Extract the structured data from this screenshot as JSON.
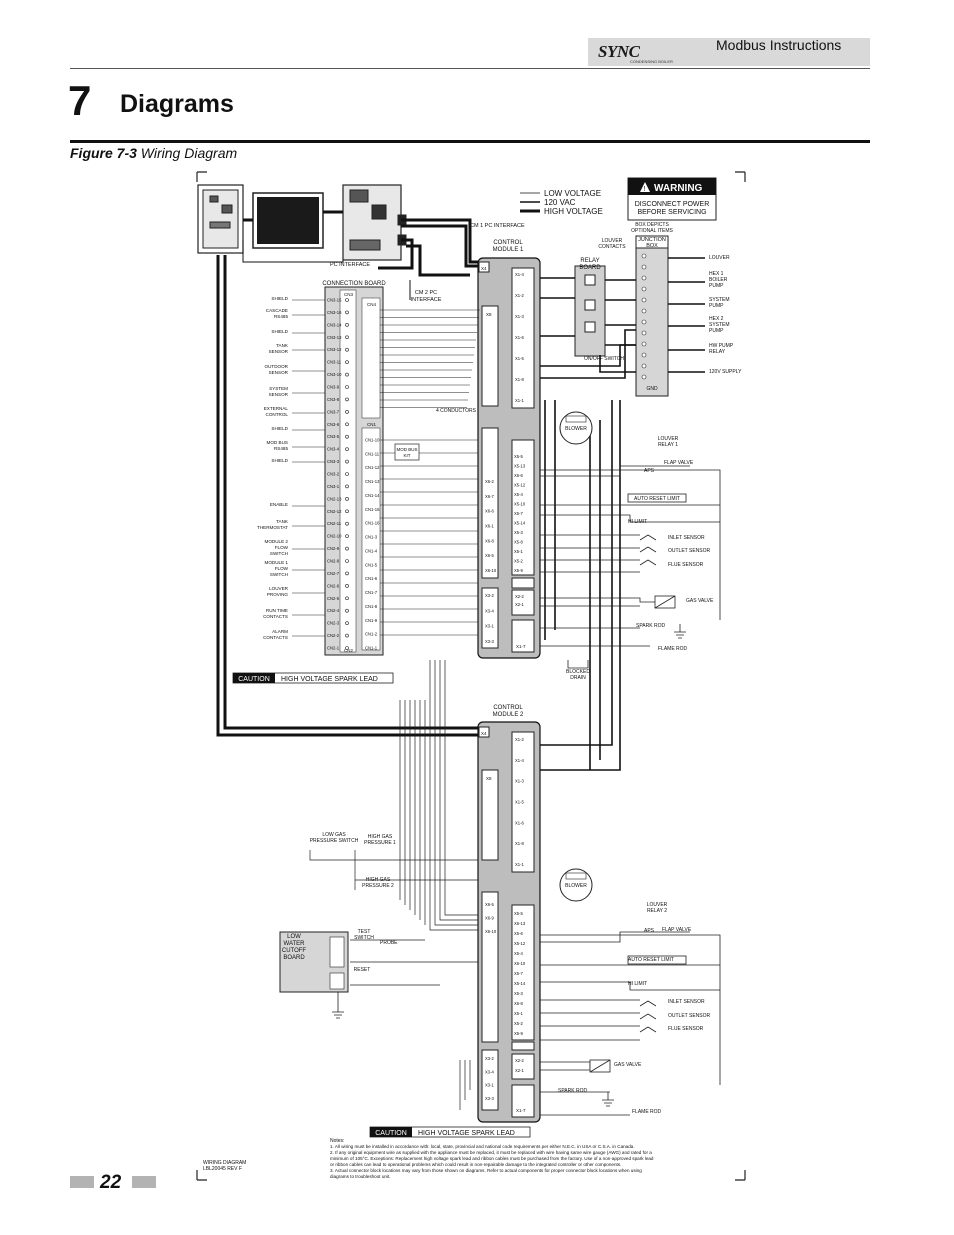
{
  "header": {
    "brand": "SYNC",
    "brand_sub": "CONDENSING BOILER",
    "section": "Modbus Instructions"
  },
  "chapter": {
    "number": "7",
    "title": "Diagrams"
  },
  "figure": {
    "label": "Figure 7-3",
    "title": "Wiring Diagram"
  },
  "page_number": "22",
  "legend": {
    "items": [
      "LOW VOLTAGE",
      "120 VAC",
      "HIGH VOLTAGE"
    ]
  },
  "warning": {
    "title": "WARNING",
    "text1": "DISCONNECT POWER",
    "text2": "BEFORE SERVICING"
  },
  "labels": {
    "cm1_pc_interface": "CM 1 PC INTERFACE",
    "pc_interface": "PC INTERFACE",
    "connection_board": "CONNECTION BOARD",
    "cm2_pc_interface_1": "CM 2 PC",
    "cm2_pc_interface_2": "INTERFACE",
    "control_module_1_a": "CONTROL",
    "control_module_1_b": "MODULE 1",
    "control_module_2_a": "CONTROL",
    "control_module_2_b": "MODULE 2",
    "box_depicts_1": "BOX DEPICTS",
    "box_depicts_2": "OPTIONAL ITEMS",
    "junction_box_1": "JUNCTION",
    "junction_box_2": "BOX",
    "relay_board_1": "RELAY",
    "relay_board_2": "BOARD",
    "louver_contacts_1": "LOUVER",
    "louver_contacts_2": "CONTACTS",
    "on_off_switch": "ON/OFF SWITCH",
    "gnd": "GND",
    "blower": "BLOWER",
    "four_conductors": "4 CONDUCTORS",
    "mod_bus_kit_1": "MOD BUS",
    "mod_bus_kit_2": "KIT",
    "louver_relay_1_a": "LOUVER",
    "louver_relay_1_b": "RELAY 1",
    "louver_relay_2_a": "LOUVER",
    "louver_relay_2_b": "RELAY 2",
    "aps": "APS",
    "flap_valve": "FLAP VALVE",
    "auto_reset_limit": "AUTO RESET LIMIT",
    "hi_limit": "HI LIMIT",
    "inlet_sensor": "INLET SENSOR",
    "outlet_sensor": "OUTLET SENSOR",
    "flue_sensor": "FLUE SENSOR",
    "gas_valve": "GAS VALVE",
    "spark_rod": "SPARK ROD",
    "flame_rod": "FLAME ROD",
    "blocked_drain_1": "BLOCKED",
    "blocked_drain_2": "DRAIN",
    "low_gas_1": "LOW GAS",
    "low_gas_2": "PRESSURE SWITCH",
    "high_gas1_1": "HIGH GAS",
    "high_gas1_2": "PRESSURE 1",
    "high_gas2_1": "HIGH GAS",
    "high_gas2_2": "PRESSURE 2",
    "test_switch_1": "TEST",
    "test_switch_2": "SWITCH",
    "probe": "PROBE",
    "reset": "RESET",
    "low_water_board": [
      "LOW",
      "WATER",
      "CUTOFF",
      "BOARD"
    ],
    "wiring_diagram_1": "WIRING DIAGRAM",
    "wiring_diagram_2": "LBL20045 REV F",
    "cn1": "CN1",
    "cn2": "CN2",
    "cn3": "CN3",
    "cn4": "CN4",
    "x4": "X4",
    "x8": "X8"
  },
  "caution_1": {
    "tag": "CAUTION",
    "text": "HIGH VOLTAGE SPARK LEAD"
  },
  "caution_2": {
    "tag": "CAUTION",
    "text": "HIGH VOLTAGE SPARK LEAD"
  },
  "right_loads": [
    {
      "label": [
        "LOUVER"
      ]
    },
    {
      "label": [
        "HEX 1",
        "BOILER",
        "PUMP"
      ]
    },
    {
      "label": [
        "SYSTEM",
        "PUMP"
      ]
    },
    {
      "label": [
        "HEX 2",
        "SYSTEM",
        "PUMP"
      ]
    },
    {
      "label": [
        "HW PUMP",
        "RELAY"
      ]
    },
    {
      "label": [
        "120V SUPPLY"
      ]
    }
  ],
  "left_devices": [
    {
      "label": [
        "SHIELD"
      ]
    },
    {
      "label": [
        "CASCADE",
        "RS485"
      ]
    },
    {
      "label": [
        "SHIELD"
      ]
    },
    {
      "label": [
        "TANK",
        "SENSOR"
      ]
    },
    {
      "label": [
        "OUTDOOR",
        "SENSOR"
      ]
    },
    {
      "label": [
        "SYSTEM",
        "SENSOR"
      ]
    },
    {
      "label": [
        "EXTERNAL",
        "CONTROL"
      ]
    },
    {
      "label": [
        "SHIELD"
      ]
    },
    {
      "label": [
        "MOD BUS",
        "RS485"
      ]
    },
    {
      "label": [
        "SHIELD"
      ]
    },
    {
      "label": [
        "ENABLE"
      ]
    },
    {
      "label": [
        "TANK",
        "THERMOSTAT"
      ]
    },
    {
      "label": [
        "MODULE 2",
        "FLOW",
        "SWITCH"
      ]
    },
    {
      "label": [
        "MODULE 1",
        "FLOW",
        "SWITCH"
      ]
    },
    {
      "label": [
        "LOUVER",
        "PROVING"
      ]
    },
    {
      "label": [
        "RUN TIME",
        "CONTACTS"
      ]
    },
    {
      "label": [
        "ALARM",
        "CONTACTS"
      ]
    }
  ],
  "cn_pins_left": [
    "CN3-15",
    "CN3-16",
    "CN3-14",
    "CN3-13",
    "CN3-12",
    "CN3-11",
    "CN3-10",
    "CN3-9",
    "CN3-8",
    "CN3-7",
    "CN3-6",
    "CN3-5",
    "CN3-4",
    "CN3-3",
    "CN3-2",
    "CN3-1",
    "CN2-13",
    "CN2-12",
    "CN2-11",
    "CN2-10",
    "CN2-9",
    "CN2-8",
    "CN2-7",
    "CN2-6",
    "CN2-5",
    "CN2-4",
    "CN2-3",
    "CN2-2",
    "CN2-1"
  ],
  "cn1_pins": [
    "CN1-10",
    "CN1-11",
    "CN1-12",
    "CN1-13",
    "CN1-14",
    "CN1-15",
    "CN1-16",
    "CN1-3",
    "CN1-4",
    "CN1-5",
    "CN1-6",
    "CN1-7",
    "CN1-8",
    "CN1-9",
    "CN1-2",
    "CN1-1"
  ],
  "cm1_x1_pins": [
    "X1-4",
    "X1-2",
    "X1-3",
    "X1-6",
    "X1-5",
    "X1-8",
    "X1-1"
  ],
  "cm1_x5_pins": [
    "X5-5",
    "X5-13",
    "X5-6",
    "X5-12",
    "X5-4",
    "X5-10",
    "X5-7",
    "X5-14",
    "X5-3",
    "X5-8",
    "X5-1",
    "X5-2",
    "X5-9"
  ],
  "cm1_x6_pins": [
    "X6-2",
    "X6-7",
    "X6-6",
    "X6-1",
    "X6-8",
    "X6-5",
    "X6-10"
  ],
  "cm1_x3_pins": [
    "X3-2",
    "X3-4",
    "X3-1",
    "X3-3"
  ],
  "cm1_x2_pins": [
    "X2-2",
    "X2-1"
  ],
  "cm2_x1_pins": [
    "X1-2",
    "X1-4",
    "X1-3",
    "X1-5",
    "X1-6",
    "X1-8",
    "X1-1"
  ],
  "cm2_x5_pins": [
    "X5-5",
    "X5-13",
    "X5-6",
    "X5-12",
    "X5-4",
    "X5-10",
    "X5-7",
    "X5-14",
    "X5-3",
    "X5-8",
    "X5-1",
    "X5-2",
    "X5-9"
  ],
  "cm2_x6_pins": [
    "X6-5",
    "X6-9",
    "X6-10"
  ],
  "cm2_x3_pins": [
    "X3-2",
    "X3-4",
    "X3-1",
    "X3-3"
  ],
  "cm2_x2_pins": [
    "X2-2",
    "X2-1"
  ],
  "cm2_x1_7": "X1-7",
  "cm1_x1_7": "X1-7",
  "notes": {
    "title": "Notes:",
    "lines": [
      "1. All wiring must be installed in accordance with: local, state, provincial and national code requirements per either N.E.C. in USA or C.S.A. in Canada.",
      "2. If any original equipment wire as supplied with the appliance must be replaced, it must be replaced with wire having same wire gauge (AWG) and rated for a",
      "minimum of 105°C. Exceptions: Replacement high voltage spark lead and ribbon cables must be purchased from the factory. Use of a non-approved spark lead",
      "or ribbon cables can lead to operational problems which could result in non-repairable damage to the integrated controller or other components.",
      "3. Actual connector block locations may vary from those shown on diagrams. Refer to actual components for proper connector block locations when using",
      "diagrams to troubleshoot unit."
    ]
  }
}
